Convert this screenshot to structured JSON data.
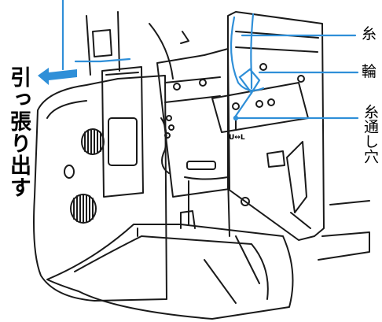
{
  "labels": {
    "pull_out": "引っ張り出す",
    "thread": "糸",
    "loop": "輪",
    "thread_hole": "糸通し穴",
    "switch_mark": "U↔L"
  },
  "colors": {
    "line_art": "#1a1a1a",
    "thread_blue": "#2f8fd8",
    "background": "#ffffff"
  }
}
